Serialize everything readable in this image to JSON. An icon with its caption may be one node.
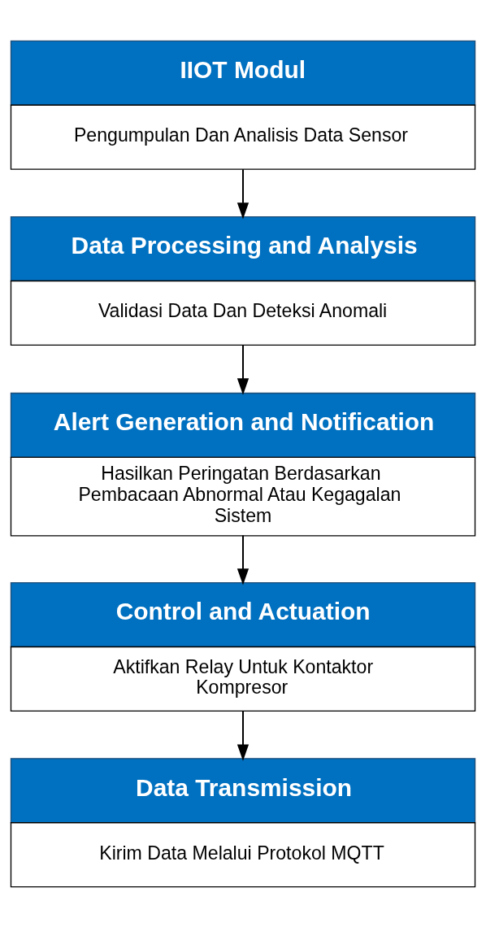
{
  "diagram": {
    "nodes": [
      {
        "text": [
          "IIOT Modul",
          "Pengumpulan Dan Analisis Data Sensor"
        ]
      },
      {
        "text": [
          "Data Processing and Analysis",
          "Validasi Data Dan Deteksi Anomali"
        ]
      },
      {
        "text": [
          "Alert Generation and Notification",
          "Hasilkan Peringatan Berdasarkan Pembacaan Abnormal Atau Kegagalan Sistem"
        ]
      },
      {
        "text": [
          "Control and Actuation",
          "Aktifkan Relay Untuk Kontaktor Kompresor"
        ]
      },
      {
        "text": [
          "Data Transmission",
          "Kirim Data Melalui Protokol MQTT"
        ]
      }
    ],
    "edges": [
      {
        "from": 0,
        "to": 1,
        "arrow": "to"
      },
      {
        "from": 1,
        "to": 2,
        "arrow": "to"
      },
      {
        "from": 2,
        "to": 3,
        "arrow": "to"
      },
      {
        "from": 3,
        "to": 4,
        "arrow": "to"
      }
    ]
  }
}
